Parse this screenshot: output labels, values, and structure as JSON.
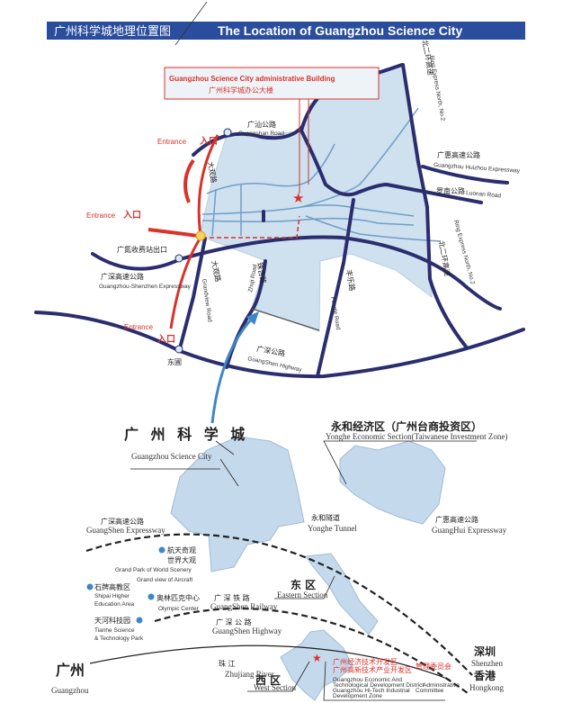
{
  "title": {
    "chinese": "广州科学城地理位置图",
    "english": "The Location of Guangzhou Science City",
    "background_color": "#2a4d9e"
  },
  "colors": {
    "road": "#2b2e6e",
    "area_fill": "#cfe0ef",
    "entrance_red": "#d9322b",
    "arrow_blue": "#3f86c8"
  },
  "upper_map": {
    "admin_building": {
      "english": "Guangzhou Science City administrative Building",
      "chinese": "广州科学城办公大楼",
      "icon": "star-icon"
    },
    "entrances": [
      {
        "english": "Entrance",
        "chinese": "入口"
      },
      {
        "english": "Entrance",
        "chinese": "入口"
      },
      {
        "english": "Entrance",
        "chinese": "入口"
      }
    ],
    "roads": {
      "guangshan": {
        "chinese": "广汕公路",
        "english": "Guangshan Road"
      },
      "ring_north": {
        "chinese": "北二环高速",
        "english": "Ring Express North, No.2"
      },
      "guanghui": {
        "chinese": "广惠高速公路",
        "english": "Guangzhou Huizhou Expressway"
      },
      "luonan": {
        "chinese": "罗南公路",
        "english": "Luonan Road"
      },
      "daguan": {
        "chinese": "大观路",
        "english": "Grandview Road"
      },
      "toll_exit": {
        "chinese": "广氮收费站出口"
      },
      "guangshen_exp": {
        "chinese": "广深高速公路",
        "english": "Guangzhou-Shenzhen Expressway"
      },
      "zhuji": {
        "chinese": "珠吉路",
        "english": "Zhuji Road"
      },
      "fengle": {
        "chinese": "丰乐路",
        "english": "Fengle Road"
      },
      "guangshen_hwy": {
        "chinese": "广深公路",
        "english": "GuangShen Highway"
      },
      "dongpu": {
        "chinese": "东圃"
      }
    }
  },
  "lower_map": {
    "science_city": {
      "chinese": "广 州 科 学 城",
      "english": "Guangzhou  Science City"
    },
    "yonghe": {
      "chinese": "永和经济区（广州台商投资区）",
      "english": "Yonghe Economic Section(Taiwanese Investment Zone)"
    },
    "guangshen_exp": {
      "chinese": "广深高速公路",
      "english": "GuangShen Expressway"
    },
    "yonghe_tunnel": {
      "chinese": "永和隧道",
      "english": "Yonghe Tunnel"
    },
    "guanghui_exp": {
      "chinese": "广惠高速公路",
      "english": "GuangHui Expressway"
    },
    "world_scenery": {
      "chinese1": "航天奇观",
      "chinese2": "世界大观",
      "english1": "Grand Park of World Scenery",
      "english2": "Grand view of Aircraft"
    },
    "shipai": {
      "chinese": "石牌高教区",
      "english1": "Shipai Higher",
      "english2": "Education Area"
    },
    "olympic": {
      "chinese": "奥林匹克中心",
      "english": "Olympic Center"
    },
    "railway": {
      "chinese": "广 深 铁 路",
      "english": "GuangShen Railway"
    },
    "eastern": {
      "chinese": "东 区",
      "english": "Eastern Section"
    },
    "tianhe": {
      "chinese": "天河科技园",
      "english1": "Tianhe Science",
      "english2": "& Technology Park"
    },
    "highway": {
      "chinese": "广 深 公 路",
      "english": "GuangShen Highway"
    },
    "guangzhou": {
      "chinese": "广州",
      "english": "Guangzhou"
    },
    "river": {
      "chinese": "珠      江",
      "english": "Zhujiang River"
    },
    "west": {
      "chinese": "西 区",
      "english": "West Section"
    },
    "getdd": {
      "chinese1": "广州经济技术开发区",
      "chinese2": "广州高新技术产业开发区",
      "chinese3": "管理委员会",
      "english1": "Guangzhou Economic And",
      "english2": "Technological Development District",
      "english3": "Administrative",
      "english4": "Guangzhou Hi-Tech Industrial",
      "english5": "Committee",
      "english6": "Development Zone"
    },
    "shenzhen": {
      "chinese": "深圳",
      "english": "Shenzhen"
    },
    "hongkong": {
      "chinese": "香港",
      "english": "Hongkong"
    }
  }
}
